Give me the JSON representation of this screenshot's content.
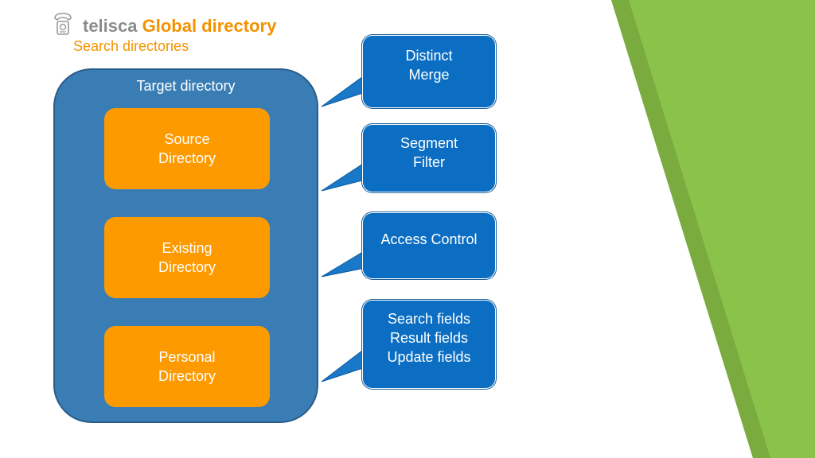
{
  "header": {
    "brand_prefix": "telisca",
    "brand_title": "Global directory",
    "subtitle": "Search directories",
    "icon": "phone-icon"
  },
  "target": {
    "title": "Target directory",
    "items": [
      {
        "lines": [
          "Source",
          "Directory"
        ]
      },
      {
        "lines": [
          "Existing",
          "Directory"
        ]
      },
      {
        "lines": [
          "Personal",
          "Directory"
        ]
      }
    ]
  },
  "callouts": [
    {
      "lines": [
        "Distinct",
        "Merge"
      ]
    },
    {
      "lines": [
        "Segment",
        "Filter"
      ]
    },
    {
      "lines": [
        "Access Control"
      ]
    },
    {
      "lines": [
        "Search fields",
        "Result fields",
        "Update fields"
      ]
    }
  ],
  "colors": {
    "brand_gray": "#8c8c8c",
    "brand_orange": "#f39200",
    "target_blue": "#3a7db5",
    "source_orange": "#fd9a00",
    "callout_blue": "#0b6ec2",
    "accent_green": "#8bc34a"
  }
}
